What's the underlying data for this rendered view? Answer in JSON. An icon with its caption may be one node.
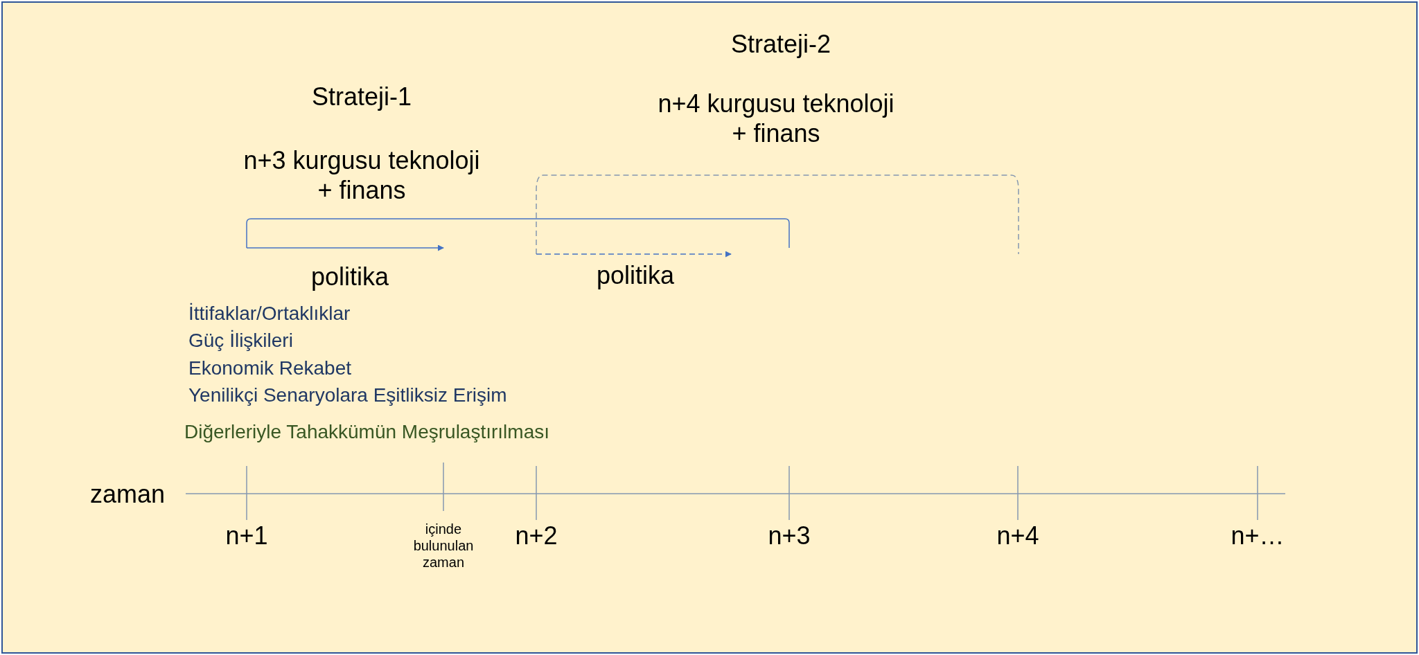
{
  "diagram": {
    "labels": [
      "Strateji-2",
      "Strateji-1",
      "n+4 kurgusu teknoloji + finans",
      "n+3 kurgusu teknoloji + finans",
      "politika",
      "politika",
      "İttifaklar/Ortaklıklar",
      "Güç İlişkileri",
      "Ekonomik Rekabet",
      "Yenilikçi Senaryolara Eşitliksiz Erişim",
      "Diğerleriyle Tahakkümün Meşrulaştırılması",
      "zaman",
      "n+1",
      "içinde bulunulan zaman",
      "n+2",
      "n+3",
      "n+4",
      "n+…"
    ]
  }
}
